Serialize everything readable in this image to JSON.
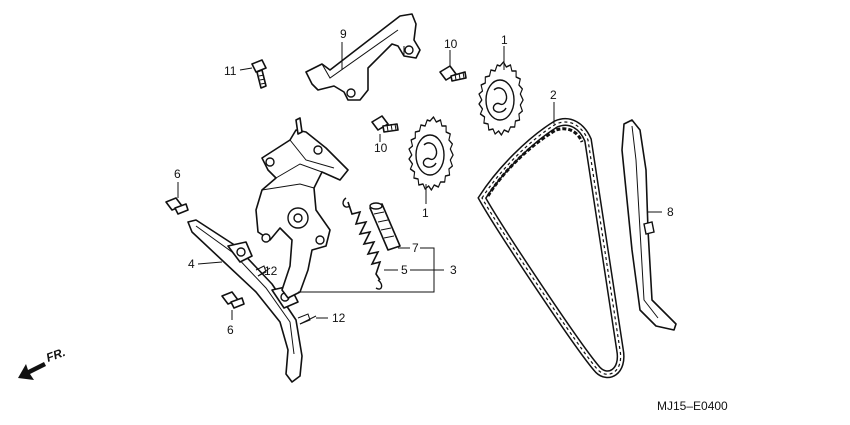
{
  "diagram": {
    "callouts": {
      "c1_top": "1",
      "c1_bottom": "1",
      "c2": "2",
      "c3": "3",
      "c4": "4",
      "c5": "5",
      "c6_top": "6",
      "c6_bottom": "6",
      "c7": "7",
      "c8": "8",
      "c9": "9",
      "c10_top": "10",
      "c10_mid": "10",
      "c11": "11",
      "c12_mid": "12",
      "c12_bottom": "12"
    },
    "front_label": "FR.",
    "drawing_code": "MJ15–E0400"
  }
}
